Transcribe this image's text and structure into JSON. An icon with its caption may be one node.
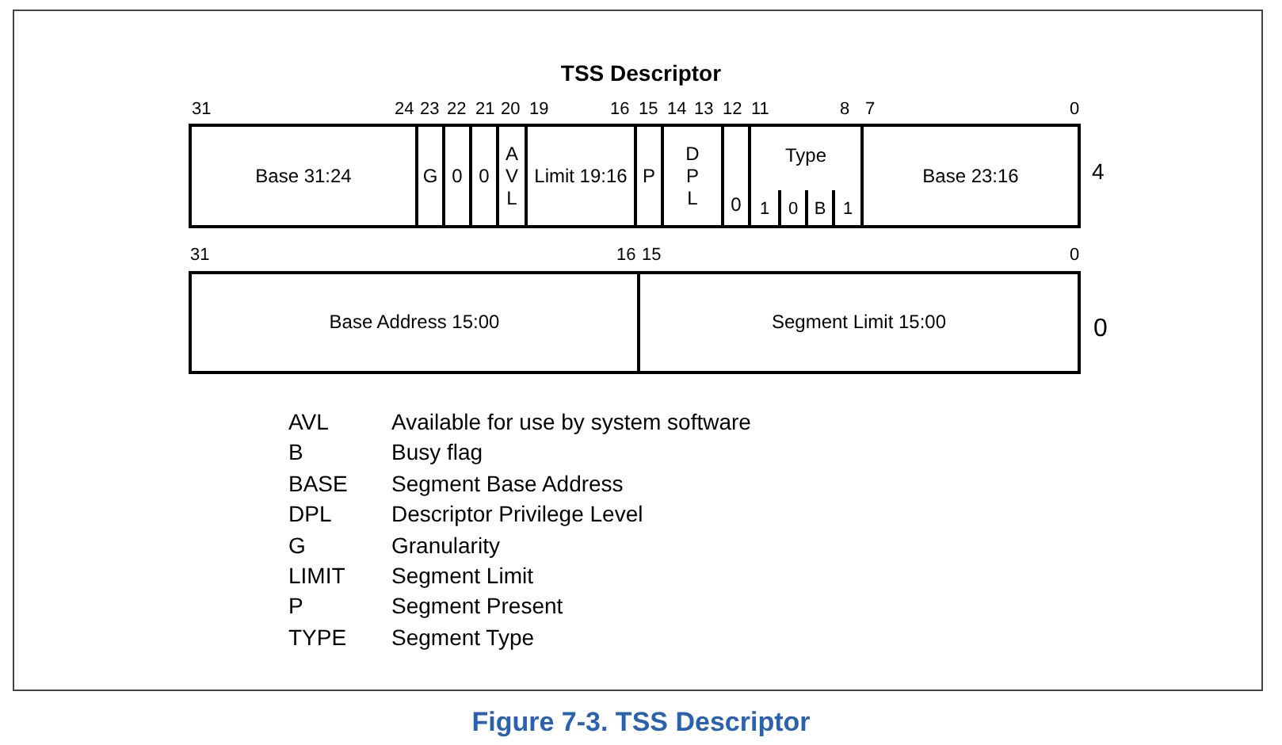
{
  "diagram": {
    "title": "TSS Descriptor",
    "caption": "Figure 7-3. TSS Descriptor",
    "nodes": [
      {
        "text": [
          "Base 31:24"
        ]
      },
      {
        "text": [
          "G"
        ]
      },
      {
        "text": [
          "0"
        ]
      },
      {
        "text": [
          "0"
        ]
      },
      {
        "text": [
          "A V L"
        ]
      },
      {
        "text": [
          "Limit 19:16"
        ]
      },
      {
        "text": [
          "P"
        ]
      },
      {
        "text": [
          "D P L"
        ]
      },
      {
        "text": [
          "0"
        ]
      },
      {
        "text": [
          "Type"
        ]
      },
      {
        "text": [
          "1"
        ],
        "in": 9
      },
      {
        "text": [
          "0"
        ],
        "in": 9
      },
      {
        "text": [
          "B"
        ],
        "in": 9
      },
      {
        "text": [
          "1"
        ],
        "in": 9
      },
      {
        "text": [
          "Base 23:16"
        ]
      },
      {
        "text": [
          "Base Address 15:00"
        ]
      },
      {
        "text": [
          "Segment Limit 15:00"
        ]
      }
    ],
    "labels": [
      "31",
      "24",
      "23",
      "22",
      "21",
      "20",
      "19",
      "16",
      "15",
      "14",
      "13",
      "12",
      "11",
      "8",
      "7",
      "0",
      "4",
      "31",
      "16",
      "15",
      "0",
      "0",
      "AVL",
      "Available for use by system software",
      "B",
      "Busy flag",
      "BASE",
      "Segment Base Address",
      "DPL",
      "Descriptor Privilege Level",
      "G",
      "Granularity",
      "LIMIT",
      "Segment Limit",
      "P",
      "Segment Present",
      "TYPE",
      "Segment Type"
    ]
  }
}
